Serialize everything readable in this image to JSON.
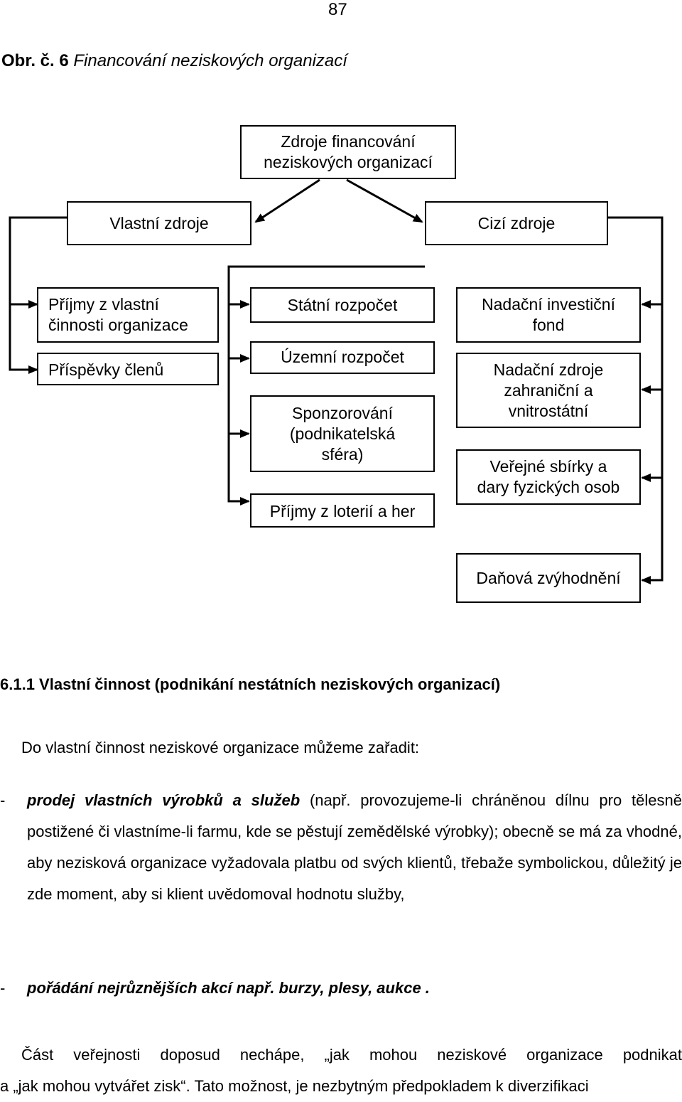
{
  "page_number": "87",
  "figure": {
    "prefix": "Obr. č. 6",
    "title": "Financování neziskových organizací"
  },
  "diagram": {
    "root": "Zdroje financování\nneziskových organizací",
    "own": "Vlastní zdroje",
    "foreign": "Cizí zdroje",
    "own_items": [
      "Příjmy z vlastní\nčinnosti organizace",
      "Příspěvky členů"
    ],
    "public_items": [
      "Státní rozpočet",
      "Územní rozpočet",
      "Sponzorování\n(podnikatelská\nsféra)",
      "Příjmy z loterií a her"
    ],
    "right_items": [
      "Nadační investiční\nfond",
      "Nadační zdroje\nzahraniční a\nvnitrostátní",
      "Veřejné sbírky a\ndary fyzických osob",
      "Daňová zvýhodnění"
    ]
  },
  "section": {
    "heading": "6.1.1 Vlastní činnost (podnikání nestátních neziskových organizací)",
    "intro": "Do vlastní činnost neziskové organizace můžeme zařadit:",
    "bullet1_dash": "-",
    "bullet1_bold": "prodej vlastních výrobků a služeb",
    "bullet1_text": " (např. provozujeme-li chráněnou dílnu pro tělesně postižené či vlastníme-li farmu, kde se pěstují zemědělské výrobky); obecně se má za vhodné, aby nezisková organizace vyžadovala platbu od svých klientů, třebaže symbolickou, důležitý je zde moment, aby si klient uvědomoval hodnotu služby,",
    "bullet2_dash": "-",
    "bullet2_bold": "pořádání nejrůznějších akcí např. burzy, plesy, aukce .",
    "final_line1": "Část veřejnosti doposud nechápe, „jak mohou neziskové organizace podnikat",
    "final_line2": "a „jak mohou vytvářet zisk“. Tato možnost, je nezbytným předpokladem k diverzifikaci"
  }
}
